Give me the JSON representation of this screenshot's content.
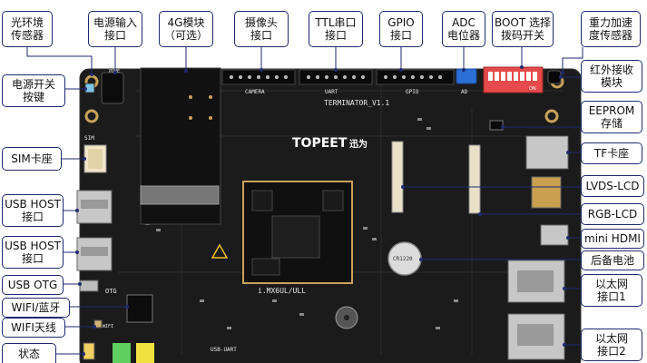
{
  "top_labels": [
    {
      "lines": [
        "光环境",
        "传感器"
      ]
    },
    {
      "lines": [
        "电源输入",
        "接口"
      ]
    },
    {
      "lines": [
        "4G模块",
        "（可选）"
      ]
    },
    {
      "lines": [
        "摄像头",
        "接口"
      ]
    },
    {
      "lines": [
        "TTL串口",
        "接口"
      ]
    },
    {
      "lines": [
        "GPIO",
        "接口"
      ]
    },
    {
      "lines": [
        "ADC",
        "电位器"
      ]
    },
    {
      "lines": [
        "BOOT 选择",
        "拨码开关"
      ]
    },
    {
      "lines": [
        "重力加速",
        "度传感器"
      ]
    }
  ],
  "left_labels": [
    {
      "lines": [
        "电源开关",
        "按键"
      ]
    },
    {
      "lines": [
        "SIM卡座"
      ]
    },
    {
      "lines": [
        "USB HOST",
        "接口"
      ]
    },
    {
      "lines": [
        "USB HOST",
        "接口"
      ]
    },
    {
      "lines": [
        "USB OTG"
      ]
    },
    {
      "lines": [
        "WIFI/蓝牙"
      ]
    },
    {
      "lines": [
        "WIFI天线"
      ]
    },
    {
      "lines": [
        "状态"
      ]
    }
  ],
  "right_labels": [
    {
      "lines": [
        "红外接收",
        "模块"
      ]
    },
    {
      "lines": [
        "EEPROM",
        "存储"
      ]
    },
    {
      "lines": [
        "TF卡座"
      ]
    },
    {
      "lines": [
        "LVDS-LCD"
      ]
    },
    {
      "lines": [
        "RGB-LCD"
      ]
    },
    {
      "lines": [
        "mini HDMI"
      ]
    },
    {
      "lines": [
        "后备电池"
      ]
    },
    {
      "lines": [
        "以太网",
        "接口1"
      ]
    },
    {
      "lines": [
        "以太网",
        "接口2"
      ]
    }
  ],
  "silkscreen": {
    "board_name": "TERMINATOR_V1.1",
    "brand": "TOPEET",
    "brand_cn": "迅为",
    "soc": "i.MX6UL/ULL",
    "camera": "CAMERA",
    "uart": "UART",
    "gpio": "GPIO",
    "ad": "AD",
    "sim": "SIM",
    "otg": "OTG",
    "usb_uart": "USB-UART",
    "power": "POWE",
    "wifi": "WIFI",
    "battery": "CR1220",
    "dip_on": "ON"
  },
  "colors": {
    "board": "#1b1b1b",
    "label_border": "#1f2a6e",
    "leader": "#1f2a6e",
    "dip": "#e64a4a",
    "adc": "#2a6fd6"
  }
}
